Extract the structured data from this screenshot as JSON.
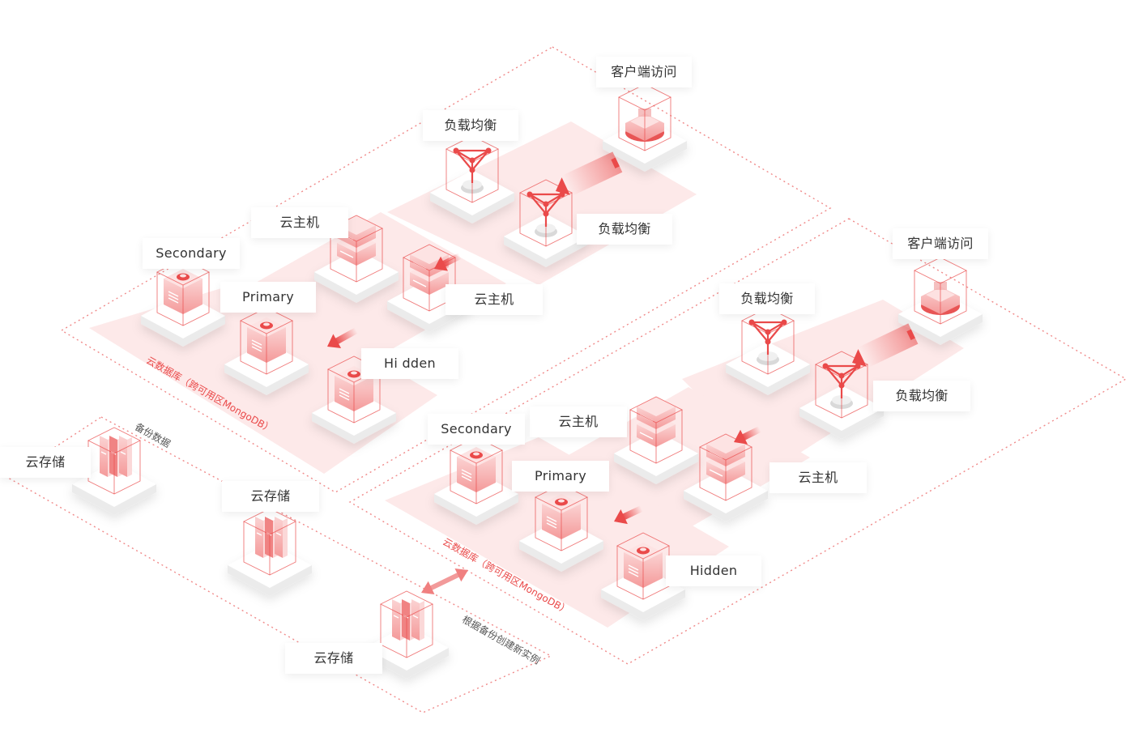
{
  "colors": {
    "accent": "#ea4a4a",
    "pale": "#fbe5e5",
    "tile": "#ffffff",
    "label_text": "#333333"
  },
  "cluster1": {
    "client": "客户端访问",
    "lb_a": "负载均衡",
    "lb_b": "负载均衡",
    "vm_a": "云主机",
    "vm_b": "云主机",
    "secondary": "Secondary",
    "primary": "Primary",
    "hidden": "Hi dden",
    "db_caption": "云数据库（跨可用区MongoDB）"
  },
  "cluster2": {
    "client": "客户端访问",
    "lb_a": "负载均衡",
    "lb_b": "负载均衡",
    "vm_a": "云主机",
    "vm_b": "云主机",
    "secondary": "Secondary",
    "primary": "Primary",
    "hidden": "Hidden",
    "db_caption": "云数据库（跨可用区MongoDB）"
  },
  "backup": {
    "storage_a": "云存储",
    "storage_b": "云存储",
    "storage_c": "云存储",
    "backup_caption": "备份数据",
    "restore_caption": "根据备份创建新实例"
  },
  "icons": [
    "client-device-icon",
    "load-balancer-icon",
    "cloud-host-icon",
    "database-icon",
    "cloud-storage-icon"
  ]
}
